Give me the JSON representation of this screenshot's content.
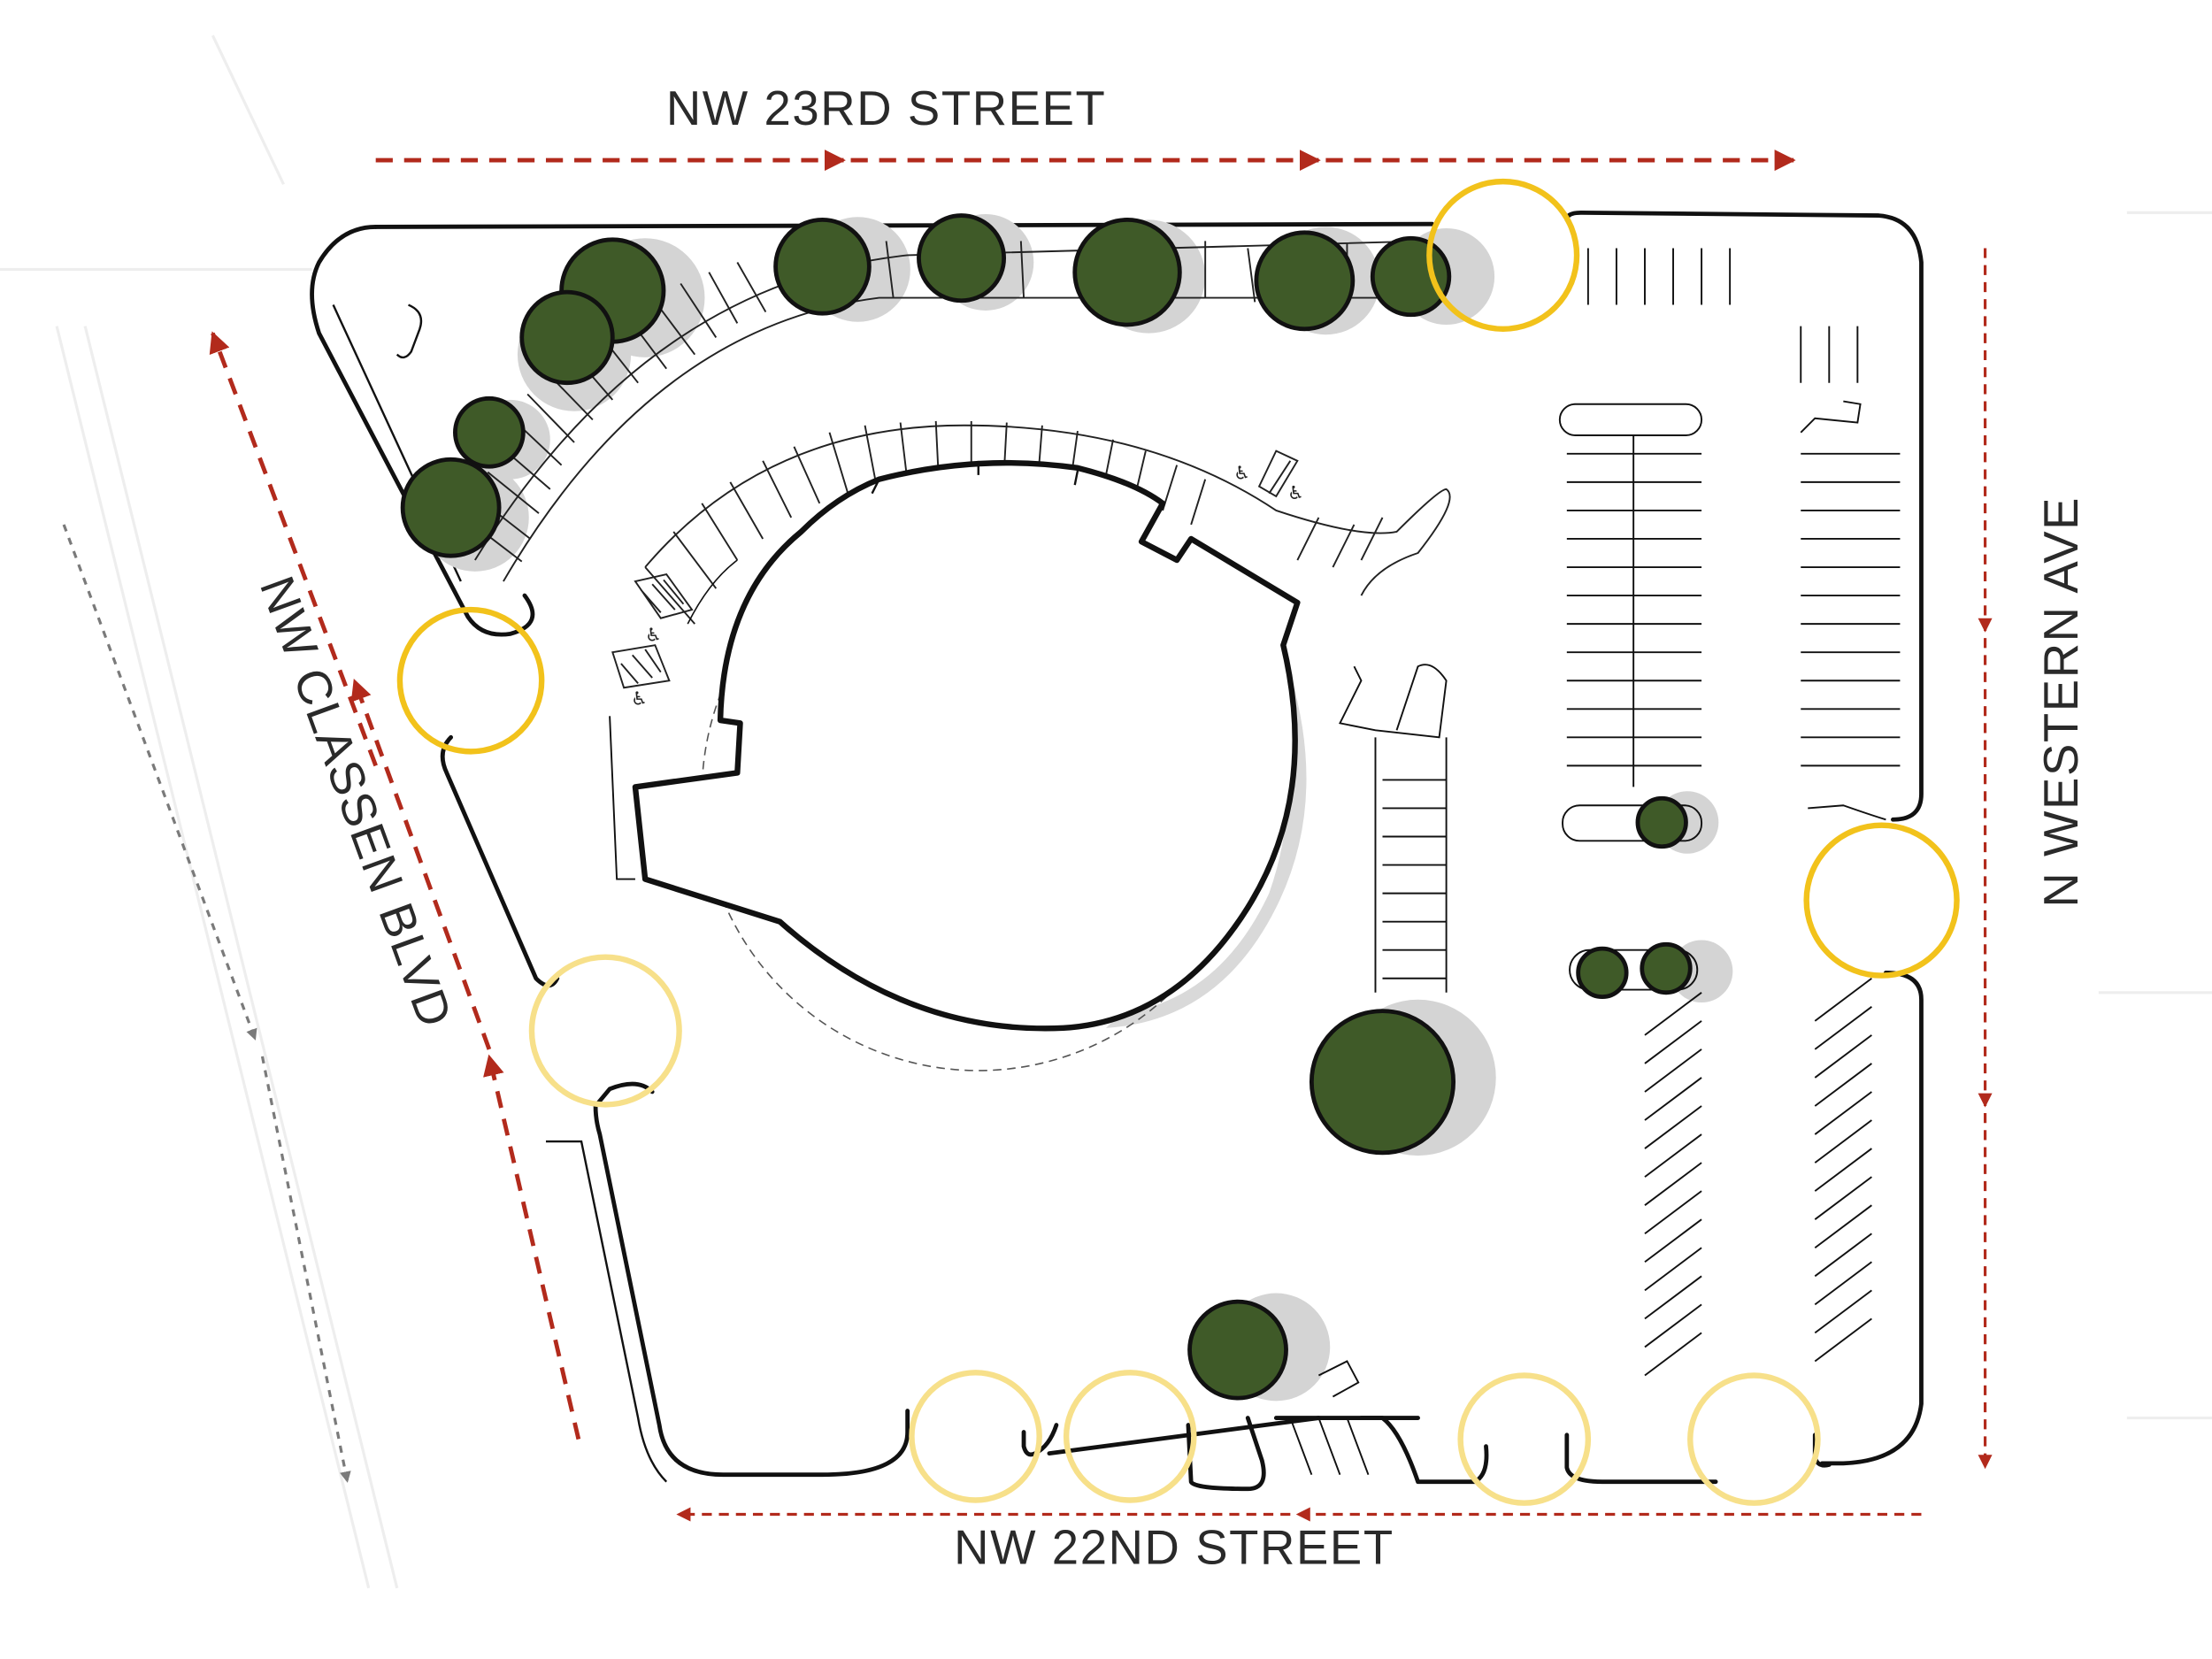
{
  "map": {
    "streets": {
      "north": "NW 23RD STREET",
      "south": "NW 22ND STREET",
      "west": "NW CLASSEN BLVD",
      "east": "N WESTERN AVE"
    }
  },
  "legend_colors": {
    "tree_canopy": "#3f5a28",
    "tree_shadow": "#cfcfcf",
    "primary_access": "#f2c21b",
    "secondary_access": "#f7e08a",
    "traffic_flow": "#b22a1c",
    "secondary_flow": "#7a7a7a",
    "linework": "#111111"
  },
  "icons": [
    "accessible-parking-icon"
  ]
}
